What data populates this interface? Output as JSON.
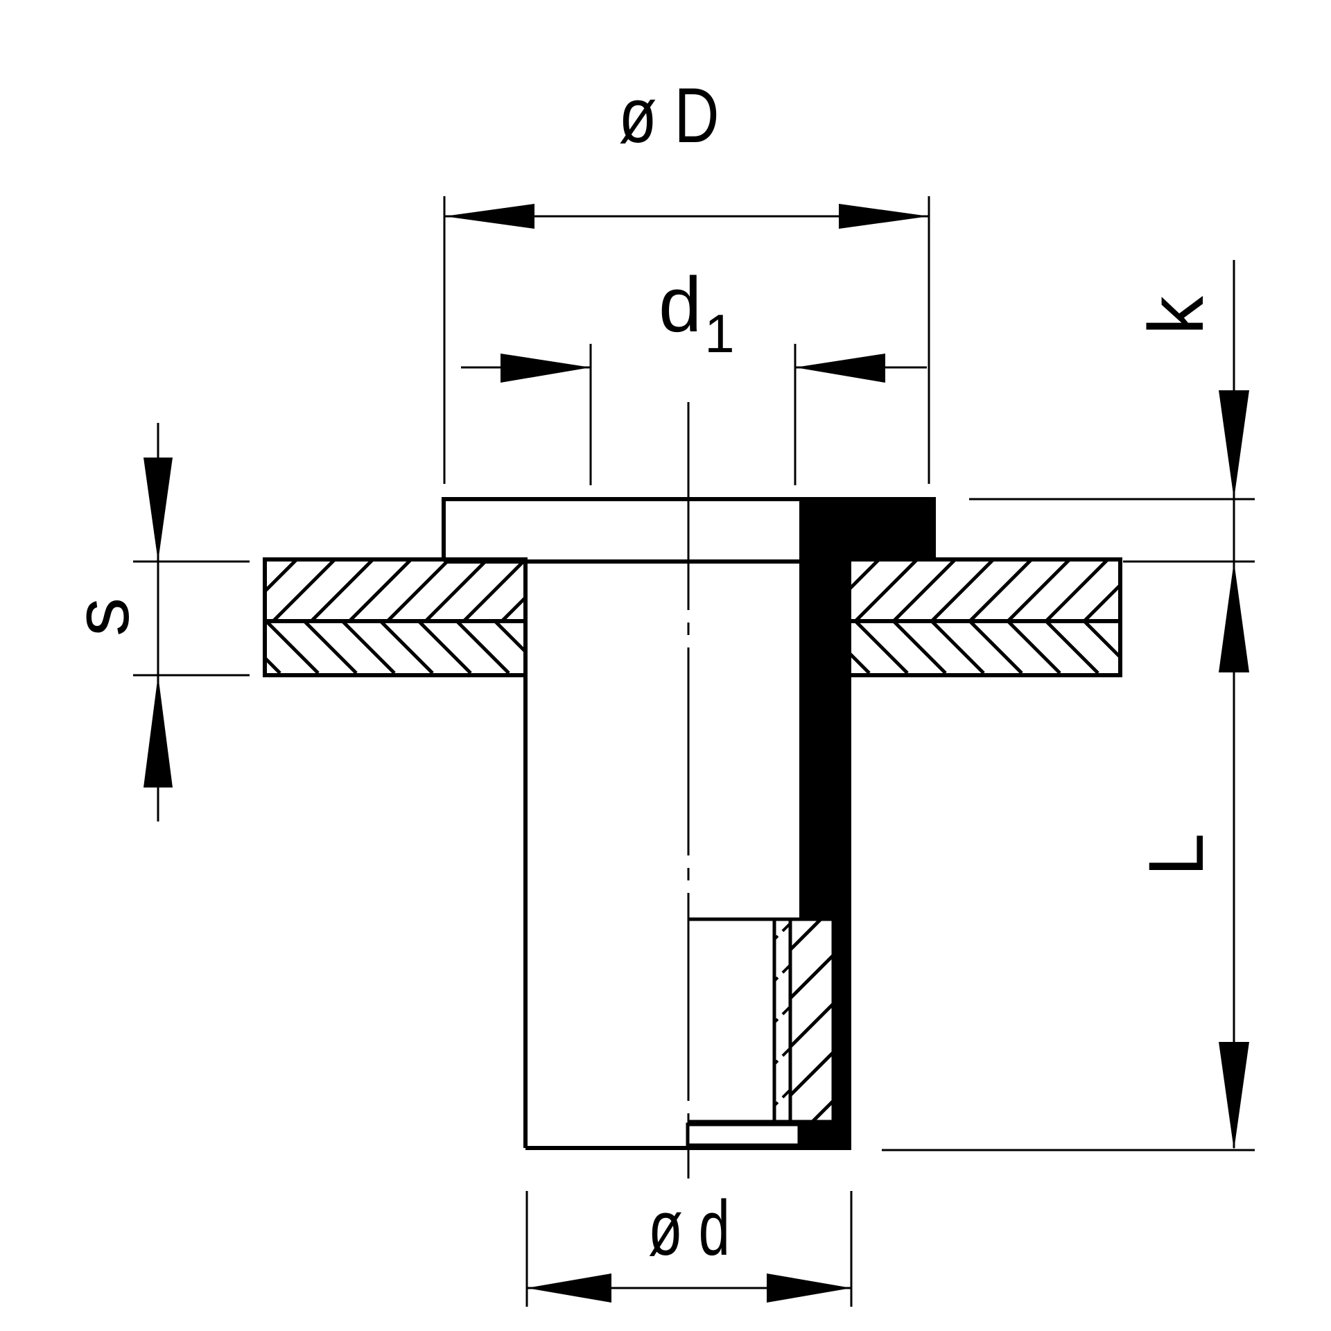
{
  "diagram": {
    "labels": {
      "outer_diameter": "ø D",
      "inner_d_main": "d",
      "inner_d_sub": "1",
      "thickness": "s",
      "head_height": "k",
      "length": "L",
      "shank_diameter": "ø d"
    },
    "colors": {
      "line": "#000000",
      "background": "#ffffff"
    }
  }
}
